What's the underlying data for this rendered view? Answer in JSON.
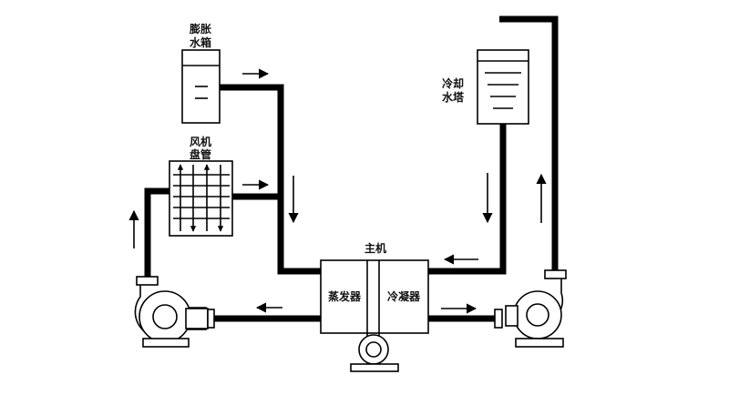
{
  "labels": {
    "expansion_tank": [
      "膨胀",
      "水箱"
    ],
    "fan_coil": [
      "风机",
      "盘管"
    ],
    "cooling_tower": [
      "冷却",
      "水塔"
    ],
    "main_unit": "主机",
    "evaporator": "蒸发器",
    "condenser": "冷凝器"
  },
  "colors": {
    "line": "#000000",
    "background": "#ffffff",
    "text": "#111111"
  },
  "icons": [
    "arrow-icon",
    "pump-icon"
  ]
}
